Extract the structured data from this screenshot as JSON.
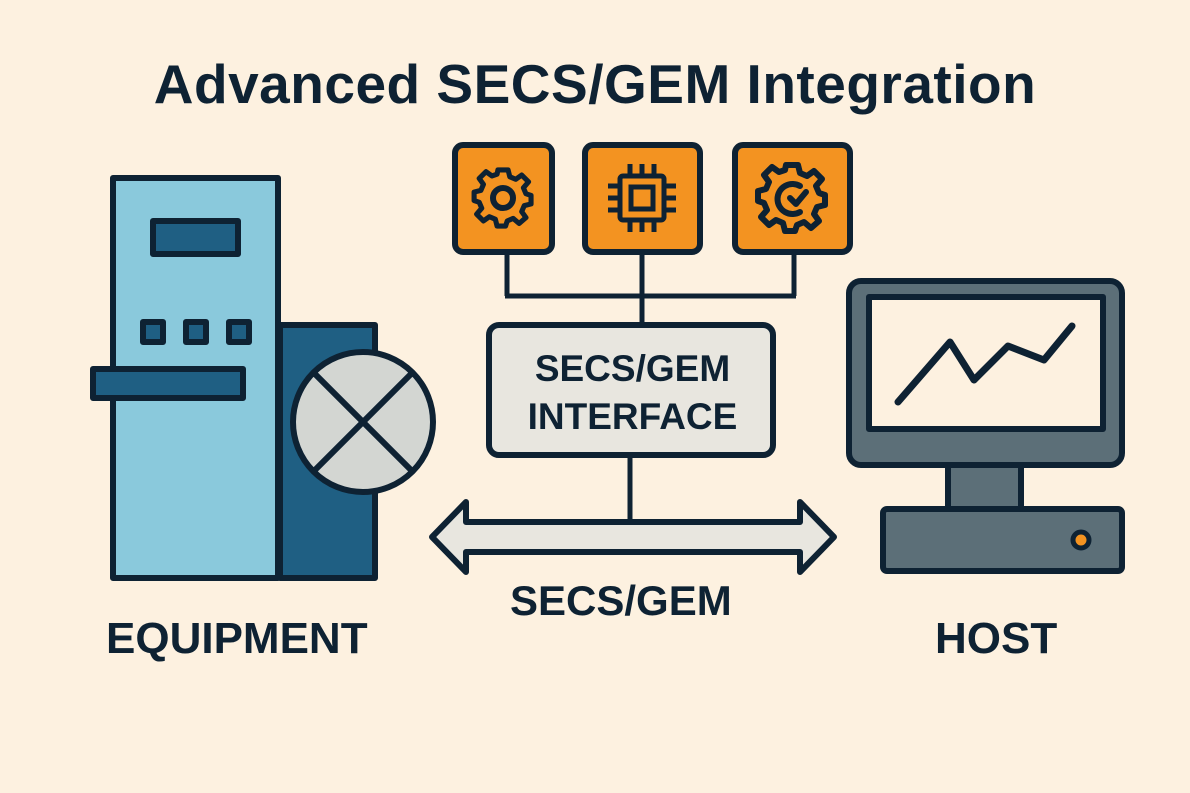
{
  "title": "Advanced SECS/GEM Integration",
  "labels": {
    "equipment": "EQUIPMENT",
    "host": "HOST",
    "link": "SECS/GEM",
    "interface_line1": "SECS/GEM",
    "interface_line2": "INTERFACE"
  },
  "modules": [
    {
      "icon": "gear-icon"
    },
    {
      "icon": "chip-icon"
    },
    {
      "icon": "gear-check-icon"
    }
  ],
  "colors": {
    "background": "#fdf1e0",
    "outline": "#0e2233",
    "module_fill": "#f39321",
    "equipment_light": "#8ac9dc",
    "equipment_dark": "#1f5f83",
    "interface_fill": "#e8e6df",
    "host_fill": "#5c6f78"
  }
}
